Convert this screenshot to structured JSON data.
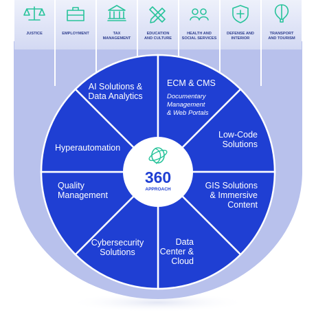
{
  "sectors_tabs": [
    {
      "label_lines": [
        "JUSTICE"
      ],
      "icon": "scales-icon"
    },
    {
      "label_lines": [
        "EMPLOYMENT"
      ],
      "icon": "briefcase-icon"
    },
    {
      "label_lines": [
        "TAX",
        "MANAGEMENT"
      ],
      "icon": "bank-building-icon"
    },
    {
      "label_lines": [
        "EDUCATION",
        "AND CULTURE"
      ],
      "icon": "pencil-ruler-icon"
    },
    {
      "label_lines": [
        "HEALTH AND",
        "SOCIAL SERVICES"
      ],
      "icon": "people-icon"
    },
    {
      "label_lines": [
        "DEFENSE AND",
        "INTERIOR"
      ],
      "icon": "shield-icon"
    },
    {
      "label_lines": [
        "TRANSPORT",
        "AND TOURISM"
      ],
      "icon": "balloon-icon"
    }
  ],
  "wheel": {
    "segments": [
      {
        "title_lines": [
          "AI Solutions  &",
          "Data Analytics"
        ],
        "sub_lines": []
      },
      {
        "title_lines": [
          "ECM & CMS"
        ],
        "sub_lines": [
          "Documentary",
          "Management",
          "& Web Portals"
        ]
      },
      {
        "title_lines": [
          "Low-Code",
          "Solutions"
        ],
        "sub_lines": []
      },
      {
        "title_lines": [
          "GIS Solutions",
          "& Immersive",
          "Content"
        ],
        "sub_lines": []
      },
      {
        "title_lines": [
          "Data",
          "Center &",
          "Cloud"
        ],
        "sub_lines": []
      },
      {
        "title_lines": [
          "Cybersecurity",
          "Solutions"
        ],
        "sub_lines": []
      },
      {
        "title_lines": [
          "Quality",
          "Management"
        ],
        "sub_lines": []
      },
      {
        "title_lines": [
          "Hyperautomation"
        ],
        "sub_lines": []
      }
    ],
    "center": {
      "number": "360",
      "label": "APPROACH",
      "icon": "globe-orbit-icon"
    }
  },
  "colors": {
    "wheel_blue": "#1f3fd3",
    "tab_bg": "#dfe4f7",
    "outer_ring": "#b8c1ec",
    "icon_green": "#27c39a",
    "label_navy": "#2f3f8f"
  }
}
